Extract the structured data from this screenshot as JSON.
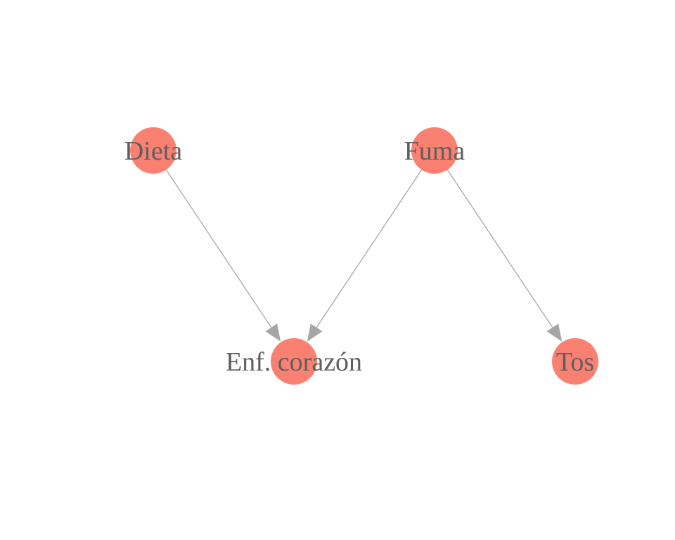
{
  "diagram": {
    "type": "directed-graph",
    "node_color": "#fa8072",
    "label_color": "#5f5f5f",
    "edge_color": "#a6a6a6",
    "nodes": [
      {
        "id": "dieta",
        "label": "Dieta"
      },
      {
        "id": "fuma",
        "label": "Fuma"
      },
      {
        "id": "enf",
        "label": "Enf. corazón"
      },
      {
        "id": "tos",
        "label": "Tos"
      }
    ],
    "edges": [
      {
        "from": "dieta",
        "to": "enf"
      },
      {
        "from": "fuma",
        "to": "enf"
      },
      {
        "from": "fuma",
        "to": "tos"
      }
    ]
  }
}
